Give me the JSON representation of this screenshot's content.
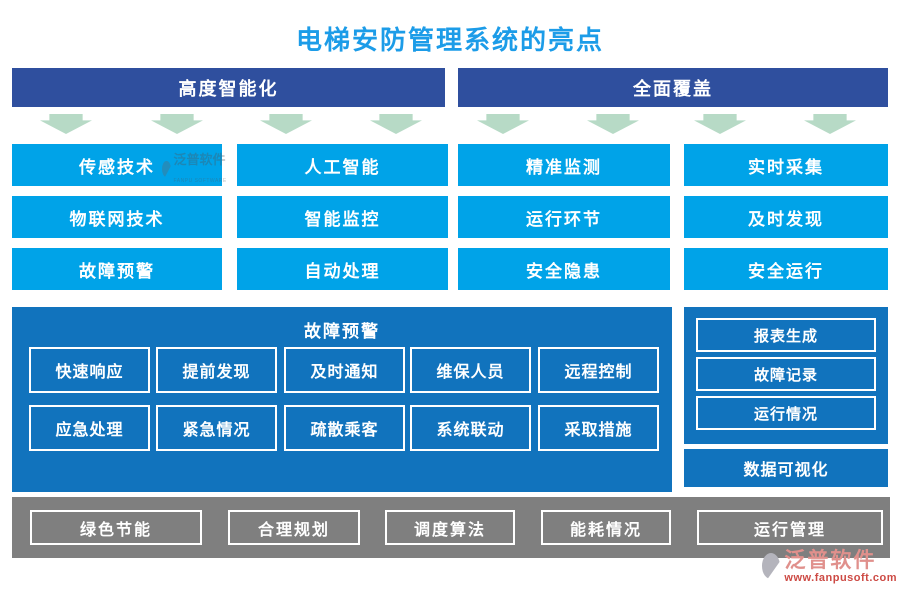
{
  "title": "电梯安防管理系统的亮点",
  "colors": {
    "title_blue": "#1c9ce8",
    "header_navy": "#2f4f9e",
    "cell_cyan": "#00a3e8",
    "panel_blue": "#1173bd",
    "arrow_green": "#b7dac6",
    "bar_gray": "#7f7f7f",
    "brand_pink": "#e0908c",
    "brand_red": "#cd4a44"
  },
  "headers": {
    "left": "高度智能化",
    "right": "全面覆盖"
  },
  "grid": {
    "rows": [
      [
        "传感技术",
        "人工智能",
        "精准监测",
        "实时采集"
      ],
      [
        "物联网技术",
        "智能监控",
        "运行环节",
        "及时发现"
      ],
      [
        "故障预警",
        "自动处理",
        "安全隐患",
        "安全运行"
      ]
    ]
  },
  "fault_panel": {
    "title": "故障预警",
    "rows": [
      [
        "快速响应",
        "提前发现",
        "及时通知",
        "维保人员",
        "远程控制"
      ],
      [
        "应急处理",
        "紧急情况",
        "疏散乘客",
        "系统联动",
        "采取措施"
      ]
    ]
  },
  "report_panel": {
    "items": [
      "报表生成",
      "故障记录",
      "运行情况"
    ]
  },
  "data_viz": {
    "label": "数据可视化"
  },
  "bottom_bar": {
    "items": [
      "绿色节能",
      "合理规划",
      "调度算法",
      "能耗情况",
      "运行管理"
    ]
  },
  "box_watermark": {
    "brand": "泛普软件",
    "sub": "FANPU SOFTWARE"
  },
  "brand_watermark": {
    "name": "泛普软件",
    "url": "www.fanpusoft.com"
  }
}
